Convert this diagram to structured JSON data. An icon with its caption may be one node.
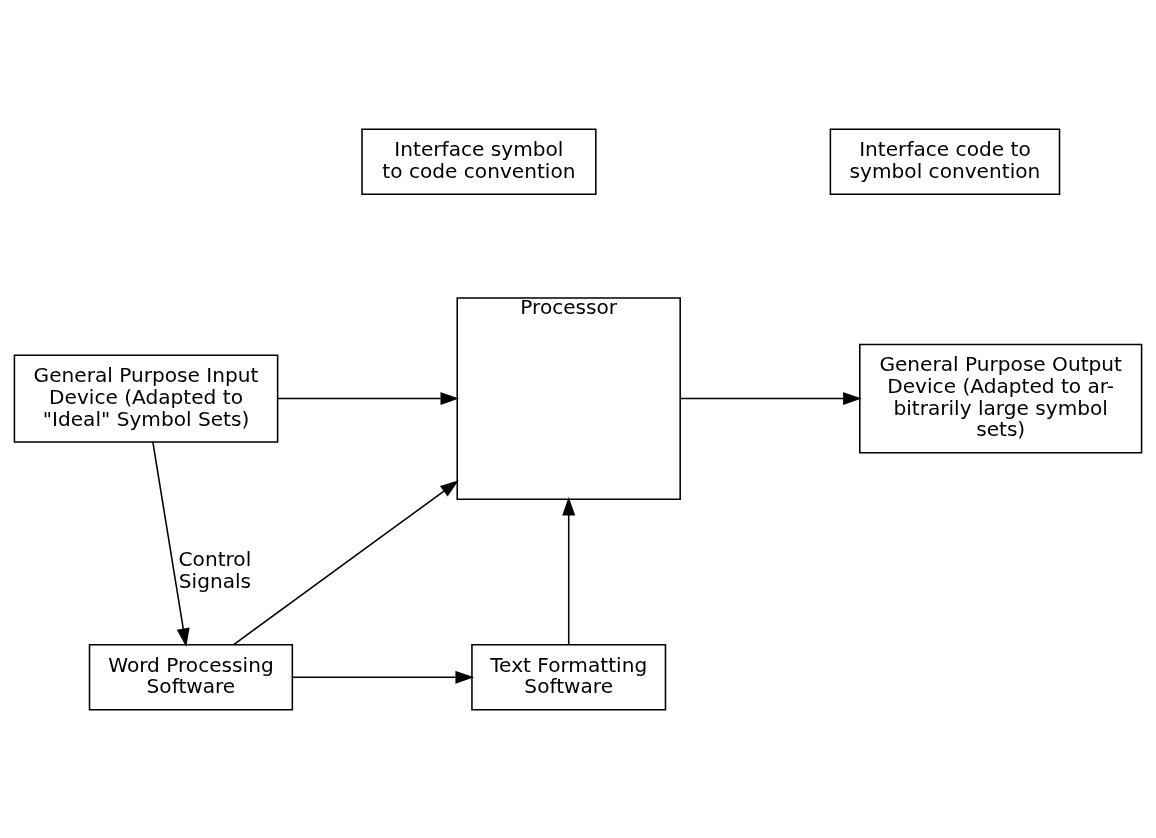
{
  "diagram": {
    "nodes": [
      {
        "text": [
          "Interface symbol to code convention"
        ]
      },
      {
        "text": [
          "Interface code to symbol convention"
        ]
      },
      {
        "text": [
          "General Purpose Input Device (Adapted to \"Ideal\" Symbol Sets)"
        ]
      },
      {
        "text": [
          "Processor"
        ]
      },
      {
        "text": [
          "General Purpose Output Device (Adapted to ar- bitrarily large symbol sets)"
        ]
      },
      {
        "text": [
          "Word Processing Software"
        ]
      },
      {
        "text": [
          "Text Formatting Software"
        ]
      }
    ],
    "edges": [
      {
        "from": 2,
        "to": 3,
        "arrow": "to"
      },
      {
        "from": 3,
        "to": 4,
        "arrow": "to"
      },
      {
        "from": 2,
        "to": 5,
        "arrow": "to",
        "label": "Control Signals"
      },
      {
        "from": 5,
        "to": 3,
        "arrow": "to"
      },
      {
        "from": 6,
        "to": 3,
        "arrow": "to"
      },
      {
        "from": 5,
        "to": 6,
        "arrow": "to"
      }
    ]
  }
}
